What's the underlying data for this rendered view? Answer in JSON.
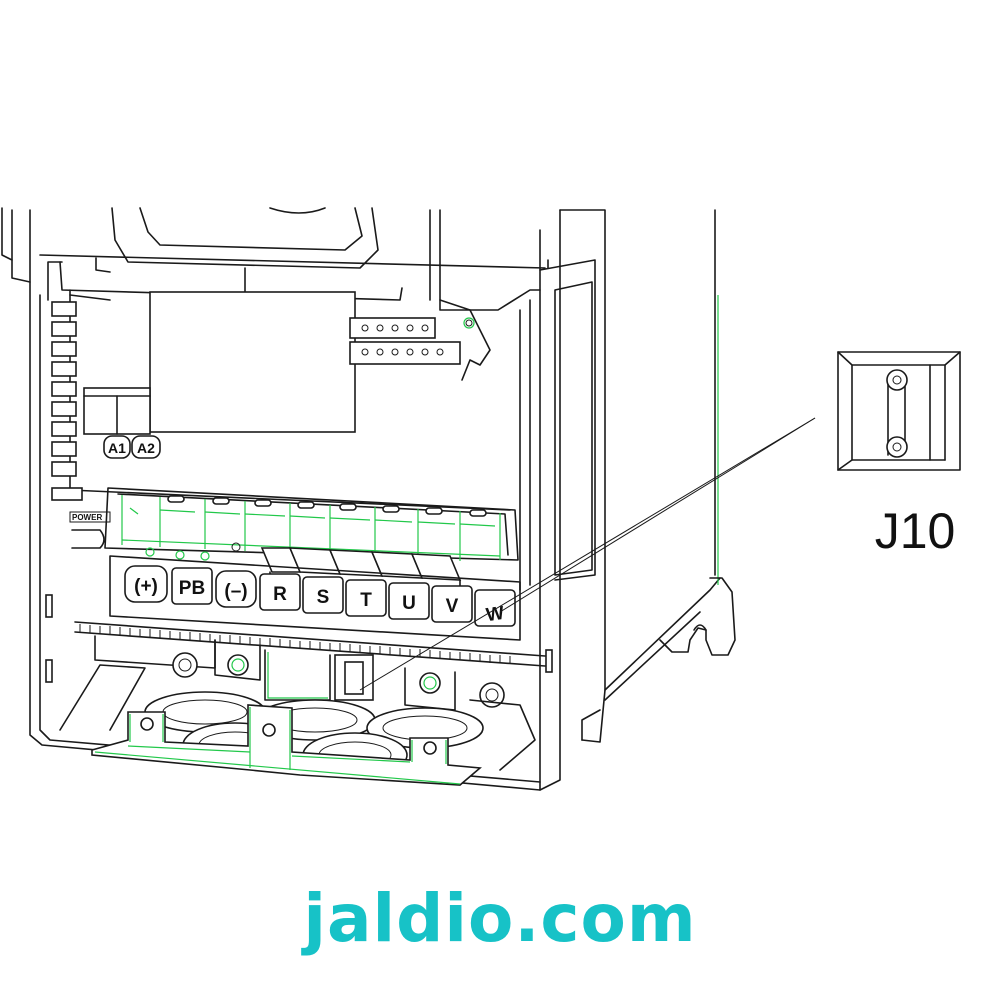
{
  "terminals": [
    "(+)",
    "PB",
    "(–)",
    "R",
    "S",
    "T",
    "U",
    "V",
    "W"
  ],
  "aux_terminals": [
    "A1",
    "A2"
  ],
  "power_label": "POWER",
  "callout": {
    "label": "J10"
  },
  "watermark": "jaldio.com",
  "colors": {
    "line": "#1a1a1a",
    "highlight": "#22c84a",
    "watermark": "#17c2c7"
  }
}
